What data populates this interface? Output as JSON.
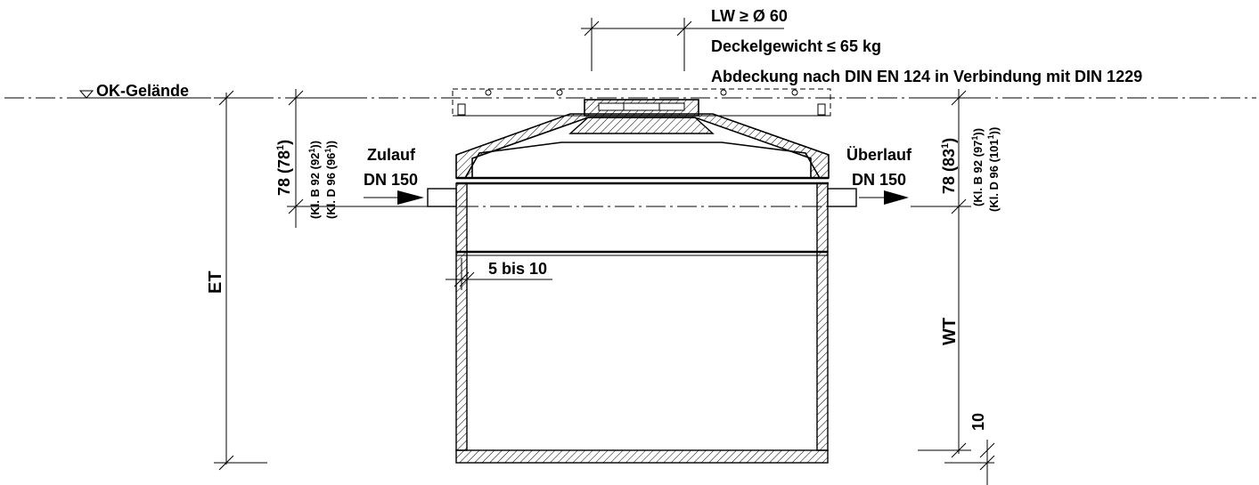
{
  "opening": {
    "label": "LW ≥ Ø 60"
  },
  "cover": {
    "weight_label": "Deckelgewicht ≤ 65 kg",
    "standard_label": "Abdeckung nach DIN EN 124 in Verbindung mit DIN 1229"
  },
  "ground": {
    "label": "OK-Gelände"
  },
  "inlet": {
    "title": "Zulauf",
    "size": "DN 150"
  },
  "outlet": {
    "title": "Überlauf",
    "size": "DN 150"
  },
  "left_dims": {
    "depth_main": "78 (78",
    "depth_sup": "1",
    "depth_close": ")",
    "class_b": "(Kl. B 92 (92",
    "class_b_sup": "1",
    "class_b_close": "))",
    "class_d": "(Kl. D 96 (96",
    "class_d_sup": "1",
    "class_d_close": "))",
    "total": "ET"
  },
  "right_dims": {
    "depth_main": "78 (83",
    "depth_sup": "1",
    "depth_close": ")",
    "class_b": "(Kl. B 92 (97",
    "class_b_sup": "1",
    "class_b_close": "))",
    "class_d": "(Kl. D 96 (101",
    "class_d_sup": "1",
    "class_d_close": "))",
    "water": "WT",
    "floor": "10"
  },
  "gap": {
    "label": "5 bis 10"
  }
}
